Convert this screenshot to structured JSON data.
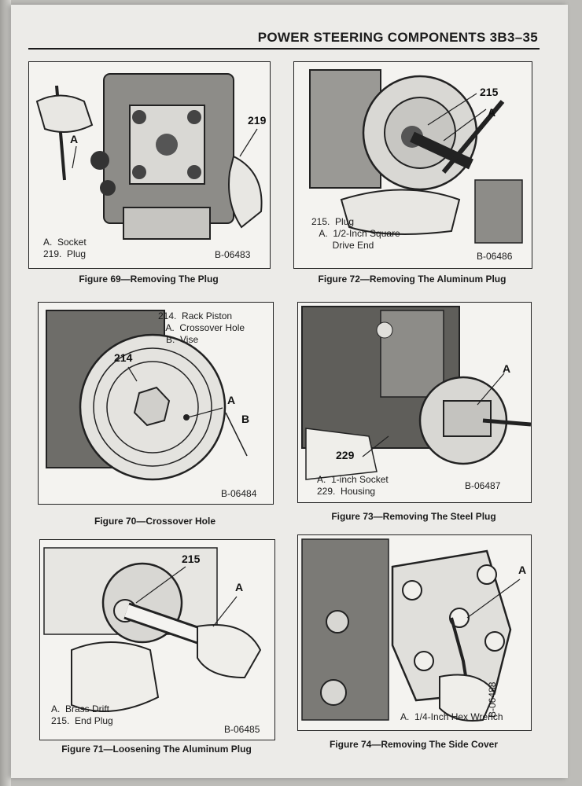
{
  "header": {
    "title": "POWER STEERING COMPONENTS 3B3–35"
  },
  "figures": {
    "f69": {
      "caption": "Figure 69—Removing The Plug",
      "legend": "A.  Socket\n219.  Plug",
      "code": "B-06483",
      "callouts": {
        "c1": "219",
        "c2": "A"
      }
    },
    "f70": {
      "caption": "Figure 70—Crossover Hole",
      "legend": "214.  Rack Piston\n   A.  Crossover Hole\n   B.  Vise",
      "code": "B-06484",
      "callouts": {
        "c1": "214",
        "c2": "A",
        "c3": "B"
      }
    },
    "f71": {
      "caption": "Figure 71—Loosening The Aluminum Plug",
      "legend": "A.  Brass Drift\n215.  End Plug",
      "code": "B-06485",
      "callouts": {
        "c1": "215",
        "c2": "A"
      }
    },
    "f72": {
      "caption": "Figure 72—Removing The Aluminum Plug",
      "legend": "215.  Plug\n   A.  1/2-Inch Square\n        Drive End",
      "code": "B-06486",
      "callouts": {
        "c1": "215",
        "c2": "A"
      }
    },
    "f73": {
      "caption": "Figure 73—Removing The Steel Plug",
      "legend": "A.  1-inch Socket\n229.  Housing",
      "code": "B-06487",
      "callouts": {
        "c1": "229",
        "c2": "A"
      }
    },
    "f74": {
      "caption": "Figure 74—Removing The Side Cover",
      "legend": "A.  1/4-Inch Hex Wrench",
      "code": "B-06488",
      "callouts": {
        "c1": "A"
      }
    }
  }
}
